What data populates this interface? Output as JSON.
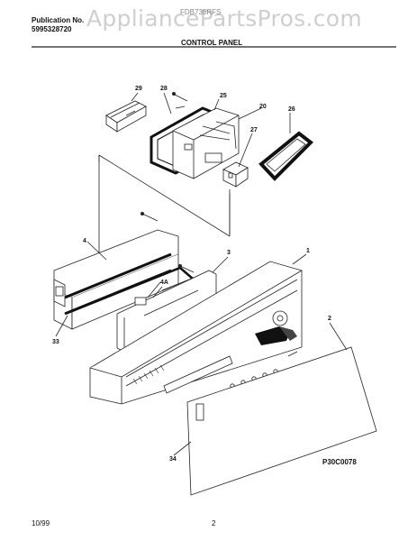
{
  "header": {
    "publication_label": "Publication No.",
    "publication_number": "5995328720",
    "model": "FDB735RFS",
    "section_title": "CONTROL PANEL"
  },
  "watermark": "AppliancePartsPros.com",
  "callouts": {
    "c29": "29",
    "c28": "28",
    "c25": "25",
    "c20": "20",
    "c26": "26",
    "c27": "27",
    "c4": "4",
    "c3": "3",
    "c1": "1",
    "c4a": "4A",
    "c33": "33",
    "c2": "2",
    "c34": "34"
  },
  "diagram_code": "P30C0078",
  "footer": {
    "date": "10/99",
    "page": "2"
  }
}
